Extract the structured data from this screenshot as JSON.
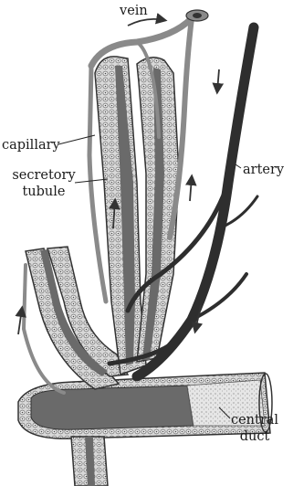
{
  "labels": {
    "vein": "vein",
    "capillary": "capillary",
    "secretory_tubule_line1": "secretory",
    "secretory_tubule_line2": "tubule",
    "artery": "artery",
    "central_duct_line1": "central",
    "central_duct_line2": "duct"
  },
  "colors": {
    "tubule_fill": "#d8d8d8",
    "cell_outline": "#555555",
    "artery": "#2e2e2e",
    "vein": "#8a8a8a",
    "duct_lumen": "#6a6a6a",
    "duct_stipple": "#c8c8c8",
    "text": "#1a1a1a"
  }
}
